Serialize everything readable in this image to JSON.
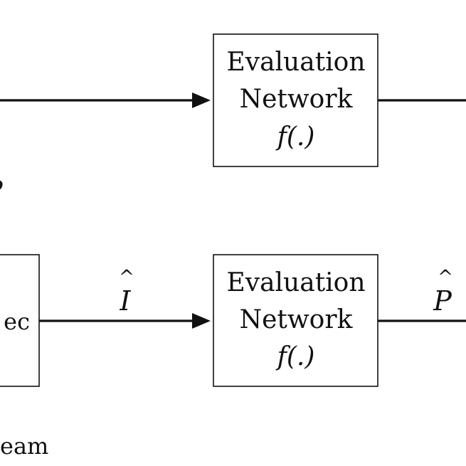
{
  "top_row": {
    "eval_box": {
      "line1": "Evaluation",
      "line2": "Network",
      "line3": "f(.)"
    },
    "left_partial_label": "P"
  },
  "bottom_row": {
    "codec_box_partial_text": "ec",
    "input_label": "I",
    "input_hat": "^",
    "eval_box": {
      "line1": "Evaluation",
      "line2": "Network",
      "line3": "f(.)"
    },
    "output_label": "P",
    "output_hat": "^",
    "bottom_partial_label": "eam"
  }
}
